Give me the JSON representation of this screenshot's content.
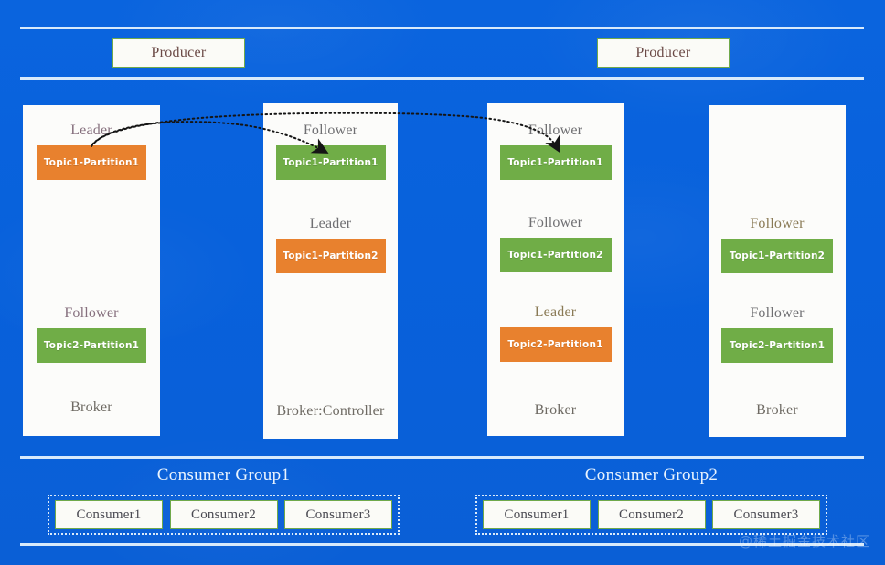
{
  "colors": {
    "background_blue": "#0861DC",
    "panel_white": "#FCFCFA",
    "leader_orange": "#E8812E",
    "follower_green": "#70AD47",
    "box_border_green": "#6FA94B",
    "rule_white": "#D8EAFB"
  },
  "producers": [
    {
      "label": "Producer"
    },
    {
      "label": "Producer"
    }
  ],
  "brokers": [
    {
      "footer_label": "Broker",
      "slots": [
        {
          "role": "Leader",
          "partition": "Topic1-Partition1",
          "kind": "leader"
        },
        {
          "role": "",
          "partition": "",
          "kind": ""
        },
        {
          "role": "Follower",
          "partition": "Topic2-Partition1",
          "kind": "follower"
        }
      ]
    },
    {
      "footer_label": "Broker:Controller",
      "slots": [
        {
          "role": "Follower",
          "partition": "Topic1-Partition1",
          "kind": "follower"
        },
        {
          "role": "Leader",
          "partition": "Topic1-Partition2",
          "kind": "leader"
        },
        {
          "role": "",
          "partition": "",
          "kind": ""
        }
      ]
    },
    {
      "footer_label": "Broker",
      "slots": [
        {
          "role": "Follower",
          "partition": "Topic1-Partition1",
          "kind": "follower"
        },
        {
          "role": "Follower",
          "partition": "Topic1-Partition2",
          "kind": "follower"
        },
        {
          "role": "Leader",
          "partition": "Topic2-Partition1",
          "kind": "leader"
        }
      ]
    },
    {
      "footer_label": "Broker",
      "slots": [
        {
          "role": "",
          "partition": "",
          "kind": ""
        },
        {
          "role": "Follower",
          "partition": "Topic1-Partition2",
          "kind": "follower"
        },
        {
          "role": "Follower",
          "partition": "Topic2-Partition1",
          "kind": "follower"
        }
      ]
    }
  ],
  "consumer_groups": [
    {
      "title": "Consumer Group1",
      "consumers": [
        "Consumer1",
        "Consumer2",
        "Consumer3"
      ]
    },
    {
      "title": "Consumer Group2",
      "consumers": [
        "Consumer1",
        "Consumer2",
        "Consumer3"
      ]
    }
  ],
  "watermark": "@稀土掘金技术社区"
}
